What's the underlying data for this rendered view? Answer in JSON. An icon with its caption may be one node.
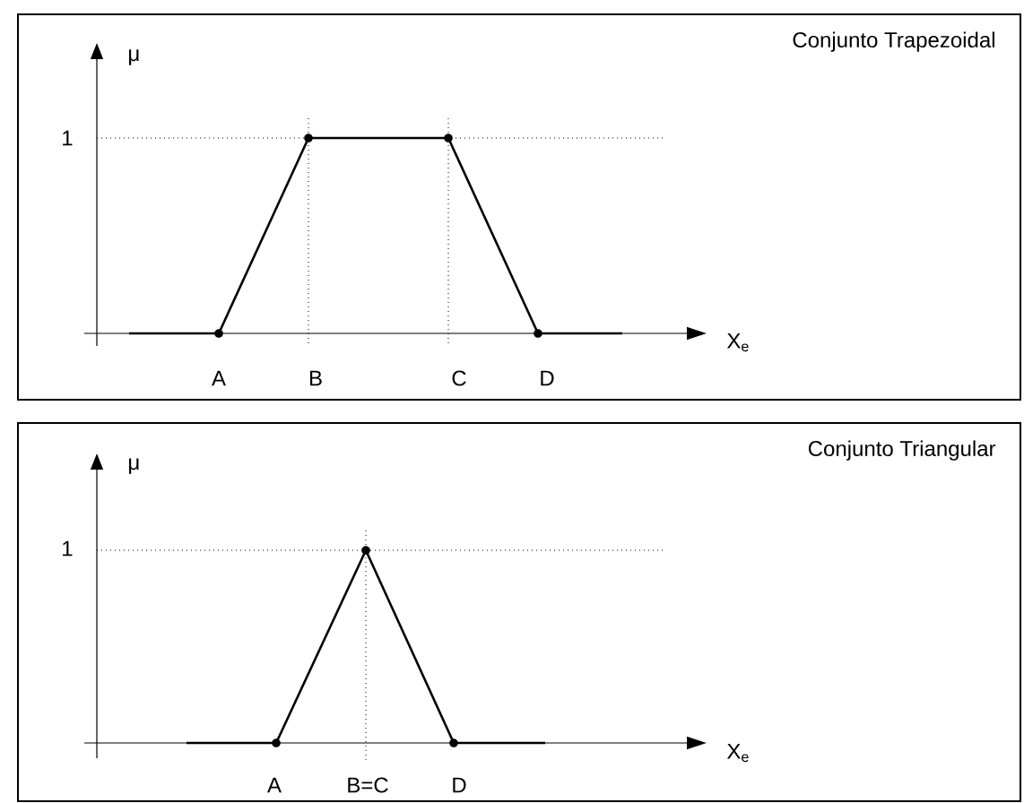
{
  "diagram": {
    "nodes": [
      {
        "text": [
          "Conjunto Trapezoidal"
        ]
      },
      {
        "text": [
          "Conjunto Triangular"
        ]
      }
    ],
    "labels": [
      "μ",
      "1",
      "A",
      "B",
      "C",
      "D",
      "X$_{e}$",
      "μ",
      "1",
      "A",
      "B=C",
      "D",
      "X$_{e}$"
    ]
  }
}
